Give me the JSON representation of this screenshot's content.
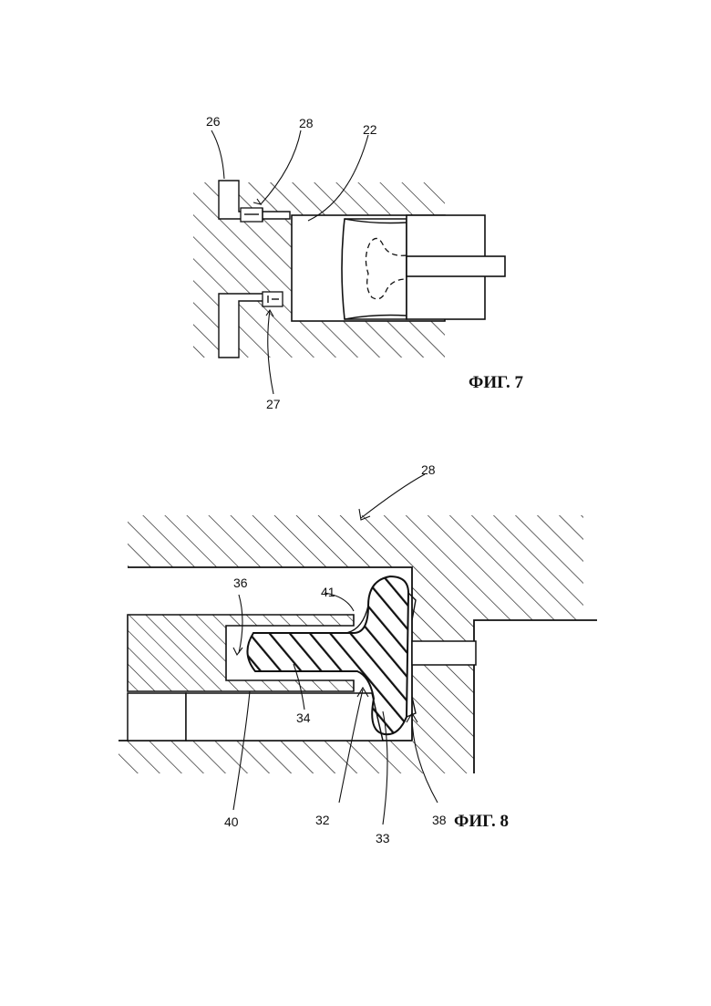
{
  "figure7": {
    "caption": "ФИГ. 7",
    "labels": {
      "l26": "26",
      "l28": "28",
      "l22": "22",
      "l27": "27"
    }
  },
  "figure8": {
    "caption": "ФИГ. 8",
    "labels": {
      "l28": "28",
      "l36": "36",
      "l41": "41",
      "l34": "34",
      "l40": "40",
      "l32": "32",
      "l33": "33",
      "l38": "38"
    }
  },
  "colors": {
    "ink": "#111111",
    "paper": "#ffffff"
  }
}
